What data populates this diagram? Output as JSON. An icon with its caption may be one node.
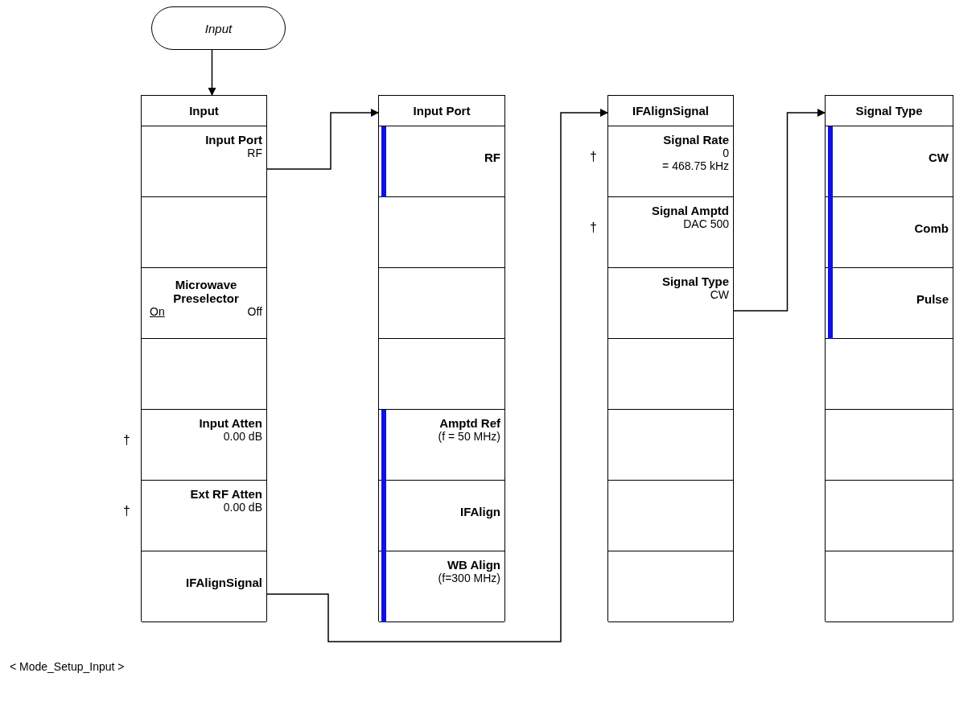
{
  "diagram": {
    "nodes": [
      {
        "text": [
          "Input"
        ]
      },
      {
        "text": [
          "Input"
        ]
      },
      {
        "text": [
          "Input Port",
          "RF"
        ],
        "in": 1
      },
      {
        "text": [],
        "shape": "box",
        "in": 1
      },
      {
        "text": [
          "Microwave Preselector",
          "On",
          "Off"
        ],
        "in": 1
      },
      {
        "text": [],
        "shape": "box",
        "in": 1
      },
      {
        "text": [
          "Input Atten",
          "0.00 dB"
        ],
        "beside": [
          "†"
        ],
        "in": 1
      },
      {
        "text": [
          "Ext RF Atten",
          "0.00 dB"
        ],
        "beside": [
          "†"
        ],
        "in": 1
      },
      {
        "text": [
          "IFAlignSignal"
        ],
        "in": 1
      },
      {
        "text": [
          "Input Port"
        ]
      },
      {
        "text": [
          "RF"
        ],
        "in": 9
      },
      {
        "text": [],
        "shape": "box",
        "in": 9
      },
      {
        "text": [],
        "shape": "box",
        "in": 9
      },
      {
        "text": [],
        "shape": "box",
        "in": 9
      },
      {
        "text": [
          "Amptd Ref",
          "(f = 50 MHz)"
        ],
        "in": 9
      },
      {
        "text": [
          "IFAlign"
        ],
        "in": 9
      },
      {
        "text": [
          "WB Align",
          "(f=300 MHz)"
        ],
        "in": 9
      },
      {
        "text": [
          "IFAlignSignal"
        ]
      },
      {
        "text": [
          "Signal Rate",
          "0",
          "= 468.75 kHz"
        ],
        "beside": [
          "†"
        ],
        "in": 17
      },
      {
        "text": [
          "Signal Amptd",
          "DAC 500"
        ],
        "beside": [
          "†"
        ],
        "in": 17
      },
      {
        "text": [
          "Signal Type",
          "CW"
        ],
        "in": 17
      },
      {
        "text": [],
        "shape": "box",
        "in": 17
      },
      {
        "text": [],
        "shape": "box",
        "in": 17
      },
      {
        "text": [],
        "shape": "box",
        "in": 17
      },
      {
        "text": [],
        "shape": "box",
        "in": 17
      },
      {
        "text": [
          "Signal Type"
        ]
      },
      {
        "text": [
          "CW"
        ],
        "in": 25
      },
      {
        "text": [
          "Comb"
        ],
        "in": 25
      },
      {
        "text": [
          "Pulse"
        ],
        "in": 25
      },
      {
        "text": [],
        "shape": "box",
        "in": 25
      },
      {
        "text": [],
        "shape": "box",
        "in": 25
      },
      {
        "text": [],
        "shape": "box",
        "in": 25
      },
      {
        "text": [],
        "shape": "box",
        "in": 25
      }
    ],
    "edges": [
      {
        "from": 0,
        "to": 1,
        "arrow": "to"
      },
      {
        "from": 2,
        "to": 9,
        "arrow": "to"
      },
      {
        "from": 8,
        "to": 17,
        "arrow": "to"
      },
      {
        "from": 20,
        "to": 25,
        "arrow": "to"
      }
    ],
    "labels": [
      "< Mode_Setup_Input >"
    ]
  }
}
